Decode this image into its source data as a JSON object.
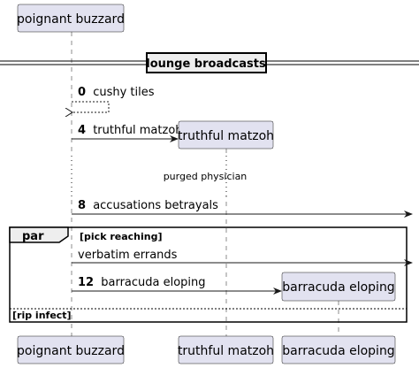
{
  "participants": {
    "p1": "poignant buzzard",
    "p2": "truthful matzoh",
    "p3": "barracuda eloping"
  },
  "divider": {
    "label": "lounge broadcasts"
  },
  "messages": [
    {
      "num": "0",
      "label": "cushy tiles",
      "style": "dashed-self"
    },
    {
      "num": "4",
      "label": "truthful matzoh",
      "style": "create"
    },
    {
      "num": "8",
      "label": "accusations betrayals",
      "style": "found-right"
    },
    {
      "num": "",
      "label": "verbatim errands",
      "style": "found-right"
    },
    {
      "num": "12",
      "label": "barracuda eloping",
      "style": "create"
    }
  ],
  "delay": {
    "label": "purged physician"
  },
  "fragment": {
    "keyword": "par",
    "condition": "[pick reaching]",
    "else_condition": "[rip infect]"
  },
  "colors": {
    "participant_fill": "#E2E2F0",
    "line": "#181818",
    "frame_tab": "#EEEEEE"
  }
}
